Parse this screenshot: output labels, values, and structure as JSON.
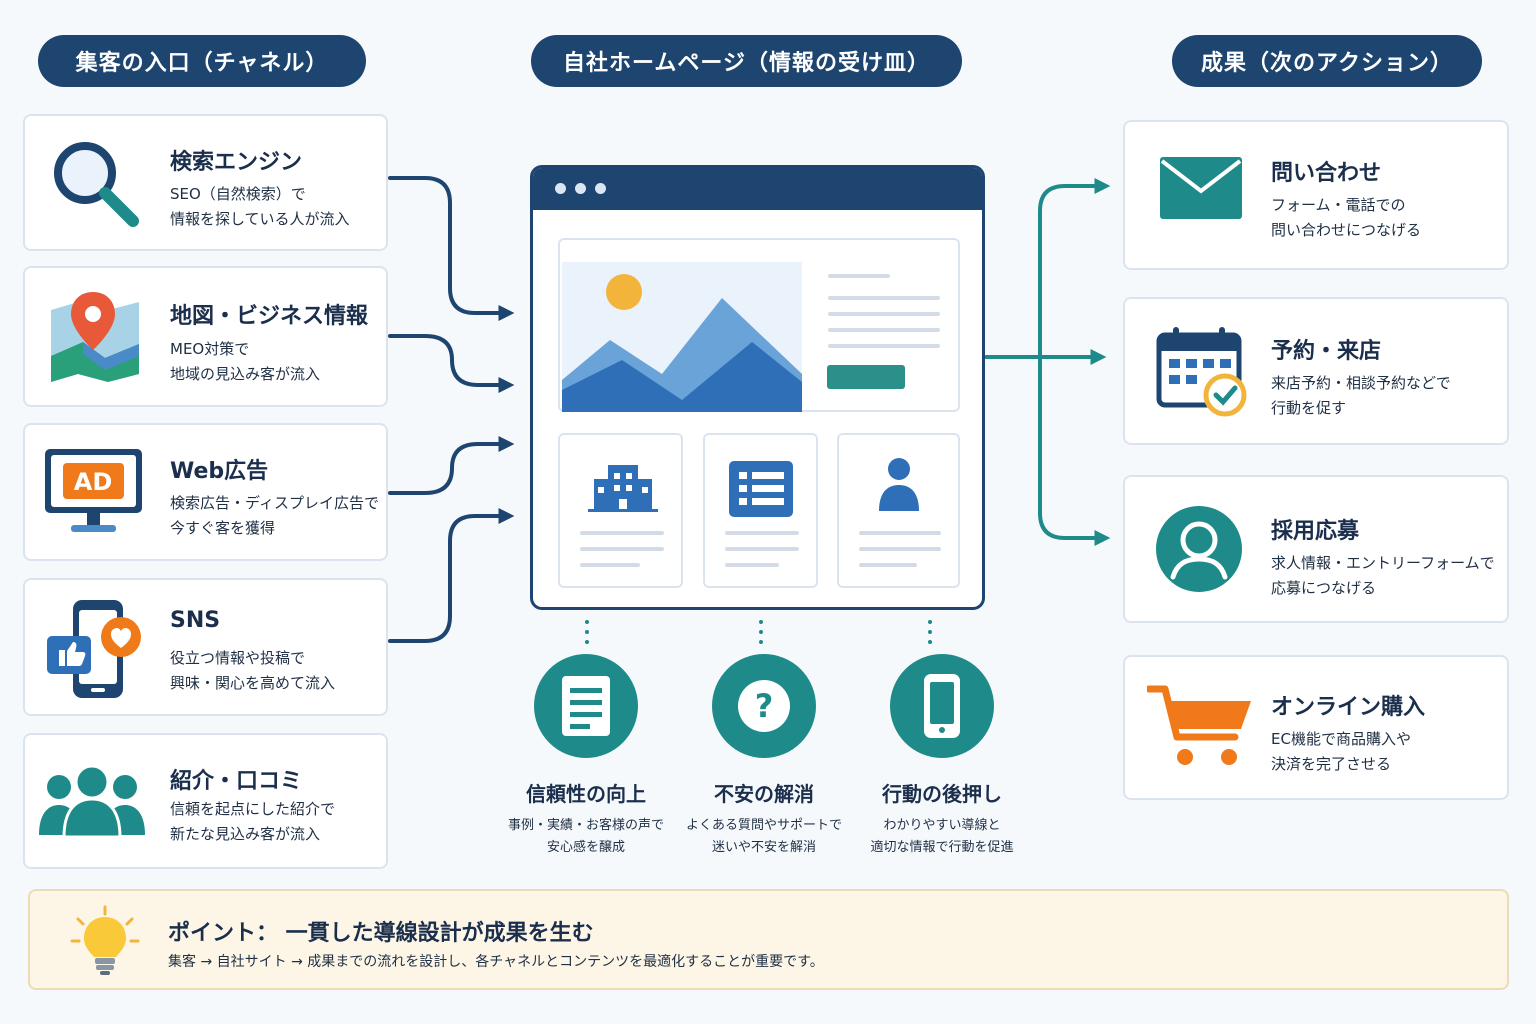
{
  "headers": {
    "channels": "集客の入口（チャネル）",
    "homepage": "自社ホームページ（情報の受け皿）",
    "results": "成果（次のアクション）"
  },
  "channels": [
    {
      "title": "検索エンジン",
      "desc": [
        "SEO（自然検索）で",
        "情報を探している人が流入"
      ],
      "icon": "magnifier-icon"
    },
    {
      "title": "地図・ビジネス情報",
      "desc": [
        "MEO対策で",
        "地域の見込み客が流入"
      ],
      "icon": "map-pin-icon"
    },
    {
      "title": "Web広告",
      "desc": [
        "検索広告・ディスプレイ広告で",
        "今すぐ客を獲得"
      ],
      "icon": "ad-monitor-icon",
      "icon_text": "AD"
    },
    {
      "title": "SNS",
      "desc": [
        "役立つ情報や投稿で",
        "興味・関心を高めて流入"
      ],
      "icon": "smartphone-like-heart-icon"
    },
    {
      "title": "紹介・口コミ",
      "desc": [
        "信頼を起点にした紹介で",
        "新たな見込み客が流入"
      ],
      "icon": "people-group-icon"
    }
  ],
  "features": [
    {
      "title": "信頼性の向上",
      "desc": [
        "事例・実績・お客様の声で",
        "安心感を醸成"
      ],
      "icon": "document-icon"
    },
    {
      "title": "不安の解消",
      "desc": [
        "よくある質問やサポートで",
        "迷いや不安を解消"
      ],
      "icon": "question-icon"
    },
    {
      "title": "行動の後押し",
      "desc": [
        "わかりやすい導線と",
        "適切な情報で行動を促進"
      ],
      "icon": "smartphone-icon"
    }
  ],
  "results": [
    {
      "title": "問い合わせ",
      "desc": [
        "フォーム・電話での",
        "問い合わせにつなげる"
      ],
      "icon": "envelope-icon"
    },
    {
      "title": "予約・来店",
      "desc": [
        "来店予約・相談予約などで",
        "行動を促す"
      ],
      "icon": "calendar-check-icon"
    },
    {
      "title": "採用応募",
      "desc": [
        "求人情報・エントリーフォームで",
        "応募につなげる"
      ],
      "icon": "person-circle-icon"
    },
    {
      "title": "オンライン購入",
      "desc": [
        "EC機能で商品購入や",
        "決済を完了させる"
      ],
      "icon": "shopping-cart-icon"
    }
  ],
  "point": {
    "title": "ポイント：  一貫した導線設計が成果を生む",
    "desc": "集客  →  自社サイト  →  成果までの流れを設計し、各チャネルとコンテンツを最適化することが重要です。",
    "icon": "lightbulb-icon"
  },
  "colors": {
    "navy": "#1d4570",
    "teal": "#1e8a8a",
    "orange": "#f07a1a",
    "point_bg": "#fdf6e7"
  }
}
